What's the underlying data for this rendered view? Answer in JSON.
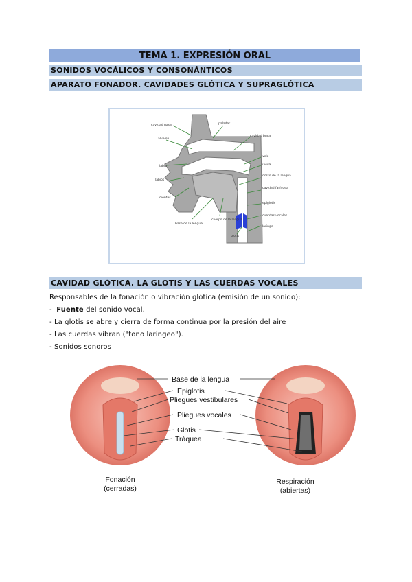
{
  "header": {
    "title": "TEMA 1. EXPRESIÓN ORAL",
    "subtitle1": "SONIDOS VOCÁLICOS Y CONSONÁNTICOS",
    "subtitle2": "APARATO FONADOR. CAVIDADES GLÓTICA Y SUPRAGLÓTICA"
  },
  "figure1": {
    "labels": {
      "nasal": "cavidad nasal",
      "paladar": "paladar",
      "bucal": "cavidad bucal",
      "alveolo": "alveolo",
      "velo": "velo",
      "labio": "labio",
      "uvula": "úvula",
      "dorso": "dorso de la lengua",
      "labios": "labios",
      "faringea": "cavidad faríngea",
      "dientes": "dientes",
      "epiglotis": "epiglotis",
      "base": "base de la lengua",
      "cuerpo": "cuerpo de la lengua",
      "cuerdas": "cuerdas vocales",
      "glotis": "glotis",
      "laringe": "laringe"
    }
  },
  "section2": {
    "heading": "CAVIDAD GLÓTICA. LA GLOTIS Y LAS CUERDAS VOCALES",
    "intro": "Responsables de la fonación o vibración glótica (emisión de un sonido):",
    "bullets": [
      {
        "prefix": "-  ",
        "bold": "Fuente",
        "rest": " del sonido vocal."
      },
      {
        "prefix": "- ",
        "bold": "",
        "rest": "La glotis se abre y cierra de forma continua por la presión del aire"
      },
      {
        "prefix": "- ",
        "bold": "",
        "rest": "Las cuerdas vibran (\"tono laríngeo\")."
      },
      {
        "prefix": "- ",
        "bold": "",
        "rest": "Sonidos sonoros"
      }
    ]
  },
  "figure2": {
    "labels": {
      "base": "Base de la lengua",
      "epiglotis": "Epiglotis",
      "vestibulares": "Pliegues vestibulares",
      "vocales": "Pliegues vocales",
      "glotis": "Glotis",
      "traquea": "Tráquea"
    },
    "caption_left": [
      "Fonación",
      "(cerradas)"
    ],
    "caption_right": [
      "Respiración",
      "(abiertas)"
    ]
  },
  "colors": {
    "title_bar": "#8eaadb",
    "sub_bar": "#b8cce4",
    "tissue": "#e8867a"
  }
}
